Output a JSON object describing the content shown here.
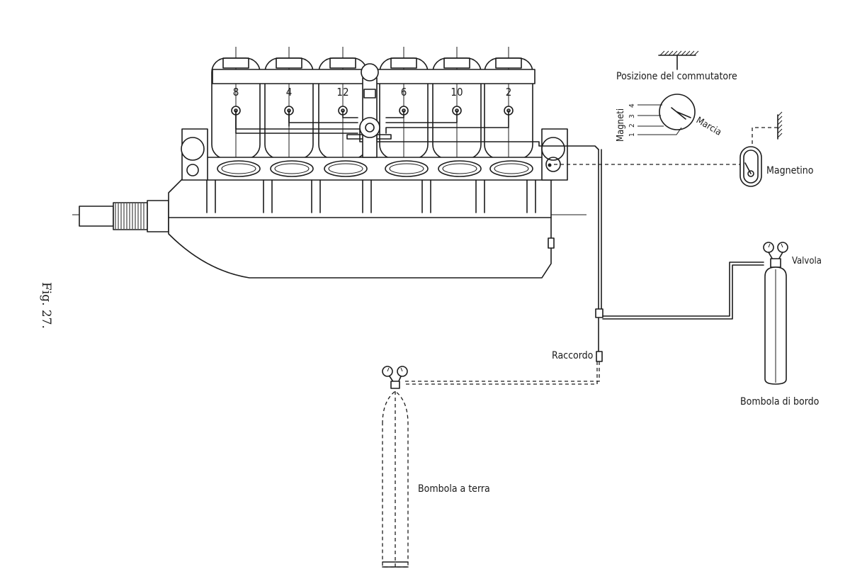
{
  "figure": {
    "number_label": "Fig. 27."
  },
  "cylinders": [
    "8",
    "4",
    "12",
    "6",
    "10",
    "2"
  ],
  "labels": {
    "switch_position": "Posizione del commutatore",
    "magnets": "Magneti",
    "switch_numbers": [
      "1",
      "2",
      "3",
      "4"
    ],
    "run": "Marcia",
    "magneto": "Magnetino",
    "valve": "Valvola",
    "onboard_bottle": "Bombola di bordo",
    "fitting": "Raccordo",
    "ground_bottle": "Bombola a terra"
  }
}
